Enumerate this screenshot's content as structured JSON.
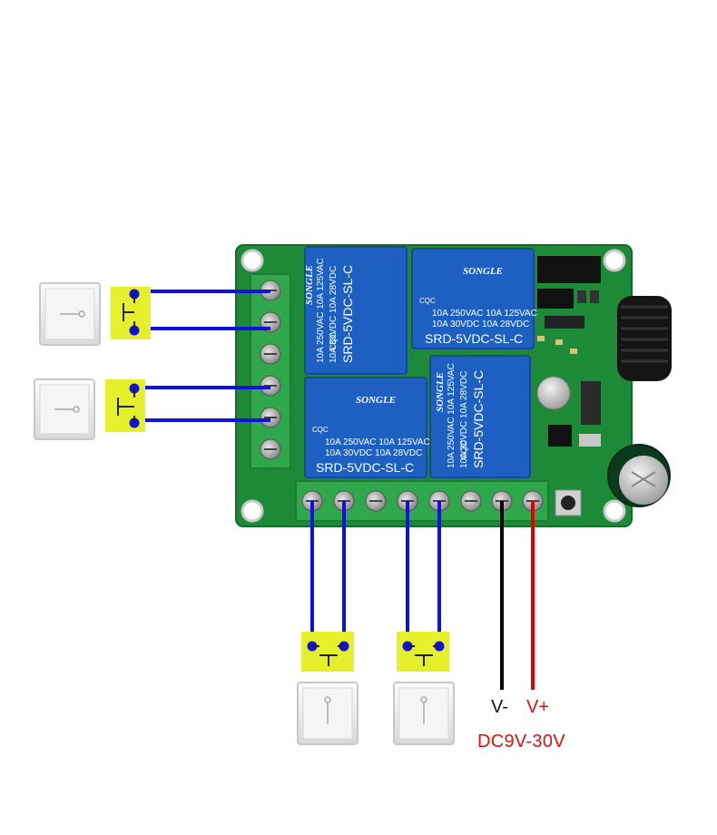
{
  "relays": [
    {
      "brand": "SONGLE",
      "model": "SRD-5VDC-SL-C",
      "rating_line1": "10A 250VAC  10A 125VAC",
      "rating_line2": "10A 30VDC  10A 28VDC",
      "cert": "CQC"
    },
    {
      "brand": "SONGLE",
      "model": "SRD-5VDC-SL-C",
      "rating_line1": "10A 250VAC  10A 125VAC",
      "rating_line2": "10A 30VDC  10A 28VDC",
      "cert": "CQC"
    },
    {
      "brand": "SONGLE",
      "model": "SRD-5VDC-SL-C",
      "rating_line1": "10A 250VAC  10A 125VAC",
      "rating_line2": "10A 30VDC  10A 28VDC",
      "cert": "CQC"
    },
    {
      "brand": "SONGLE",
      "model": "SRD-5VDC-SL-C",
      "rating_line1": "10A 250VAC  10A 125VAC",
      "rating_line2": "10A 30VDC  10A 28VDC",
      "cert": "CQC"
    }
  ],
  "power": {
    "neg_label": "V-",
    "pos_label": "V+",
    "range_label": "DC9V-30V"
  },
  "colors": {
    "board": "#1f8f3a",
    "relay": "#1f63c4",
    "terminal": "#2da84a",
    "wire_switch": "#1010e0",
    "wire_neg": "#000000",
    "wire_pos": "#e00000",
    "switch_symbol_bg": "#e4f02a"
  }
}
